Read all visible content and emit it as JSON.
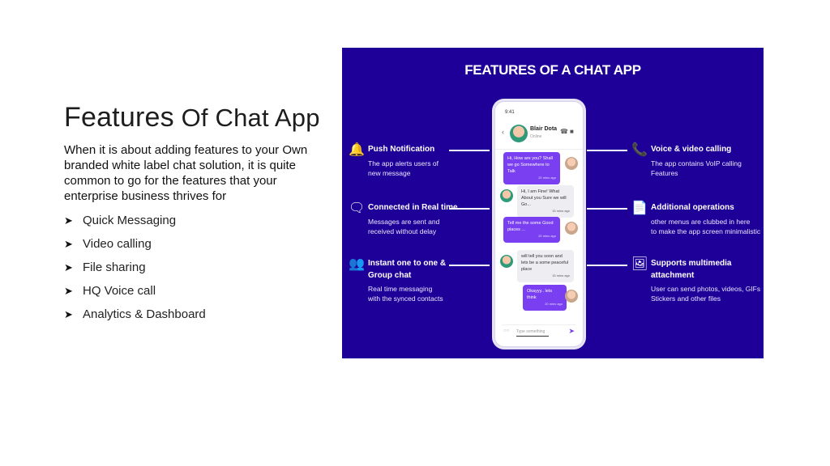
{
  "slide": {
    "title_part1": "Features",
    "title_part2": " Of Chat App",
    "intro": "When it is about adding features to your Own branded white label chat solution, it is quite common to go for the features that your enterprise business thrives for",
    "bullets": [
      "Quick Messaging",
      "Video calling",
      "File sharing",
      "HQ Voice call",
      "Analytics & Dashboard"
    ]
  },
  "panel": {
    "title": "FEATURES OF A CHAT APP",
    "bg_color": "#1e0099",
    "features_left": [
      {
        "icon": "bell-icon",
        "title": "Push Notification",
        "desc": [
          "The app alerts users of",
          "new message"
        ]
      },
      {
        "icon": "chat-icon",
        "title": "Connected in Real time",
        "desc": [
          "Messages are sent and",
          "received without delay"
        ]
      },
      {
        "icon": "group-icon",
        "title": "Instant one to one &",
        "title2": "Group chat",
        "desc": [
          "Real time messaging",
          "with the synced contacts"
        ]
      }
    ],
    "features_right": [
      {
        "icon": "phone-icon",
        "title": "Voice & video calling",
        "desc": [
          "The app contains VoIP calling",
          "Features"
        ]
      },
      {
        "icon": "document-icon",
        "title": "Additional operations",
        "desc": [
          "other menus are clubbed in here",
          "to make the app screen minimalistic"
        ]
      },
      {
        "icon": "image-icon",
        "title": "Supports multimedia",
        "title2": "attachment",
        "desc": [
          "User can send photos, videos, GIFs",
          "Stickers and other files"
        ]
      }
    ],
    "phone": {
      "time": "9:41",
      "contact_name": "Blair Dota",
      "contact_status": "Online",
      "messages": [
        {
          "dir": "out",
          "text": "Hi, How are you? Shall we go Somewhere to Talk",
          "time": "20 mins ago"
        },
        {
          "dir": "in",
          "text": "Hi, I am Fine! What About you Sure we will Go...",
          "time": "15 mins ago"
        },
        {
          "dir": "out",
          "text": "Tell me the some Good places ...",
          "time": "20 mins ago"
        },
        {
          "dir": "in",
          "text": "will tell you soon and lets be a some peaceful place",
          "time": "15 mins ago"
        },
        {
          "dir": "out",
          "text": "Okayyy.. lets think",
          "time": "20 mins ago"
        }
      ],
      "input_placeholder": "Type something"
    }
  }
}
